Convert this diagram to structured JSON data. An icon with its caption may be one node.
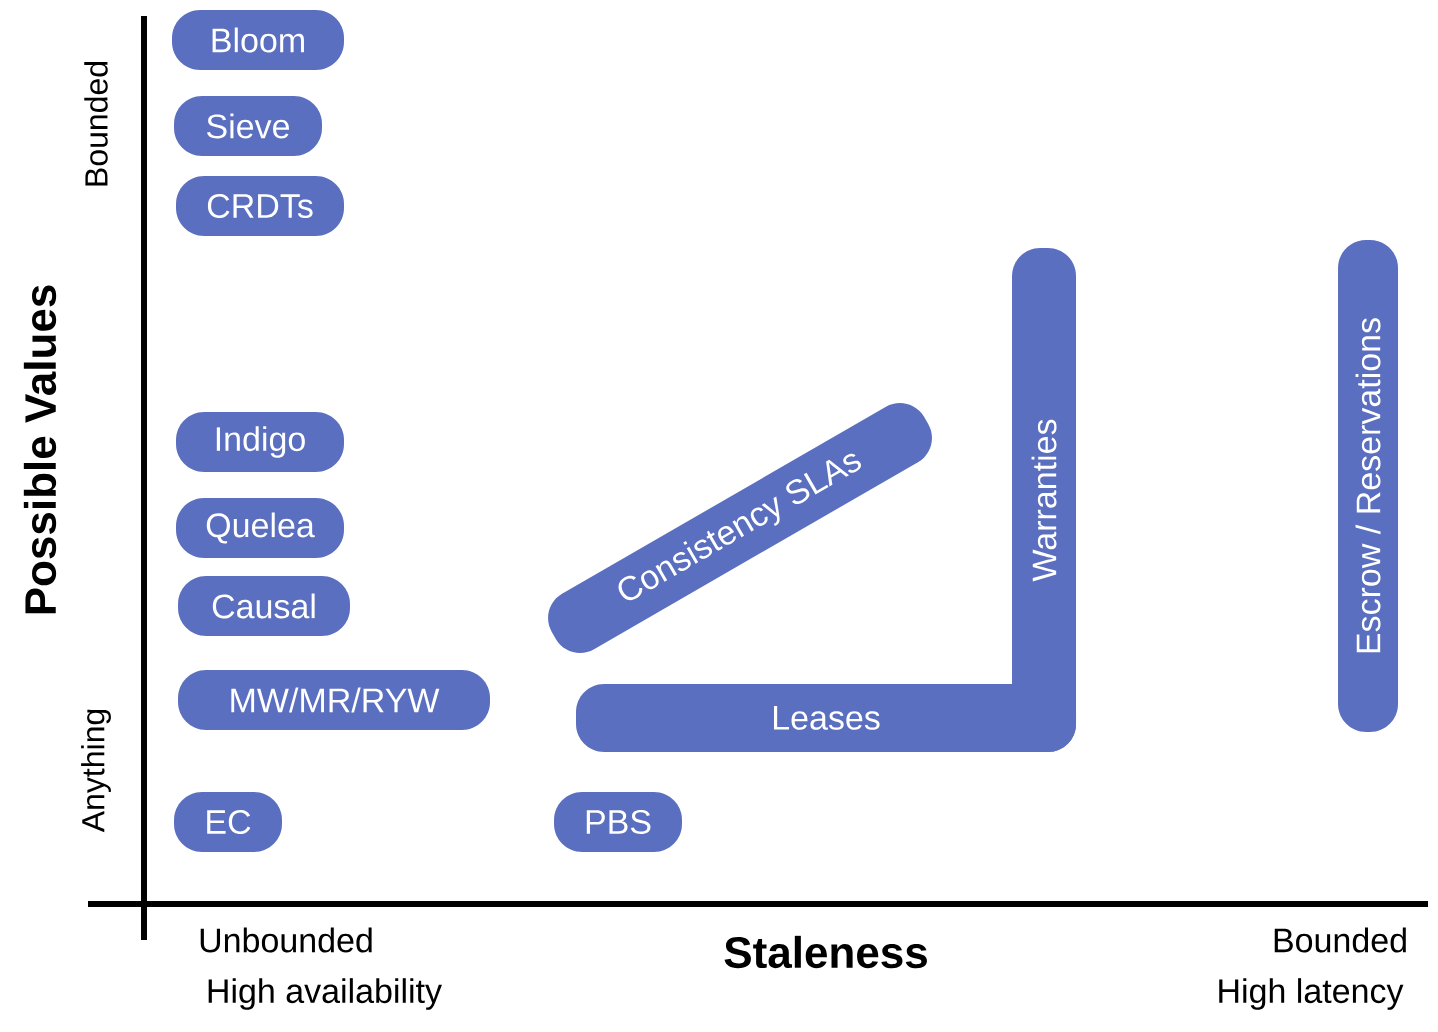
{
  "diagram": {
    "nodes": [
      {
        "text": [
          "Bloom"
        ]
      },
      {
        "text": [
          "Sieve"
        ]
      },
      {
        "text": [
          "CRDTs"
        ]
      },
      {
        "text": [
          "Indigo"
        ]
      },
      {
        "text": [
          "Quelea"
        ]
      },
      {
        "text": [
          "Causal"
        ]
      },
      {
        "text": [
          "MW/MR/RYW"
        ]
      },
      {
        "text": [
          "EC"
        ]
      },
      {
        "text": [
          "PBS"
        ]
      },
      {
        "text": [
          "Consistency SLAs"
        ]
      },
      {
        "text": [
          "Leases"
        ]
      },
      {
        "text": [
          "Warranties"
        ]
      },
      {
        "text": [
          "Escrow / Reservations"
        ]
      }
    ],
    "labels": [
      "Bounded",
      "Anything",
      "Possible Values",
      "Unbounded",
      "High availability",
      "Staleness",
      "Bounded",
      "High latency"
    ]
  }
}
